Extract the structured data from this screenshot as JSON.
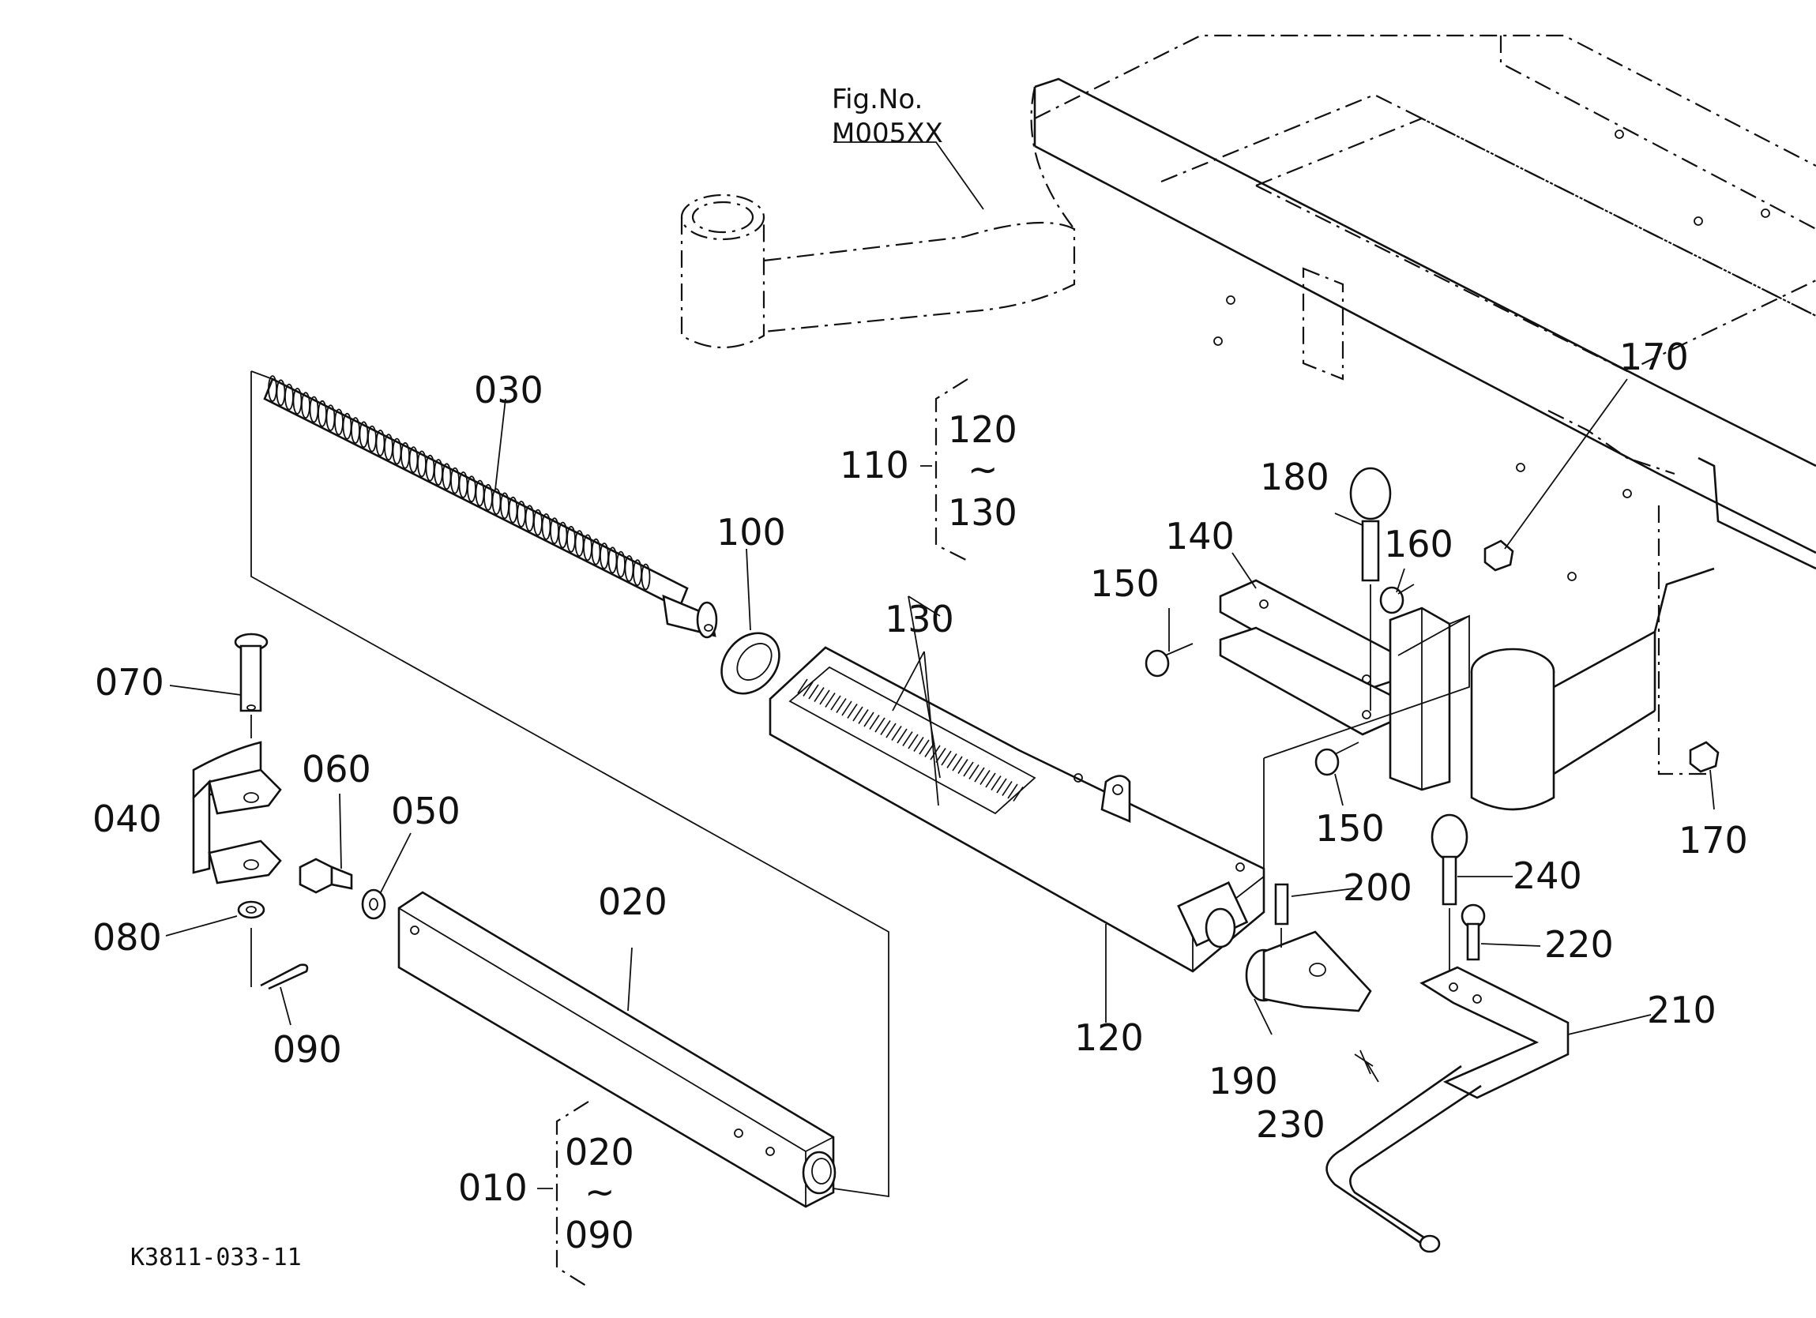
{
  "figure_ref": {
    "line1": "Fig.No.",
    "line2": "M005XX"
  },
  "drawing_code": "K3811-033-11",
  "callouts": {
    "p010": "010",
    "p020": "020",
    "p030": "030",
    "p040": "040",
    "p050": "050",
    "p060": "060",
    "p070": "070",
    "p080": "080",
    "p090": "090",
    "p100": "100",
    "p110": "110",
    "p120": "120",
    "p130": "130",
    "p140": "140",
    "p150a": "150",
    "p150b": "150",
    "p160": "160",
    "p170a": "170",
    "p170b": "170",
    "p180": "180",
    "p190": "190",
    "p200": "200",
    "p210": "210",
    "p220": "220",
    "p230": "230",
    "p240": "240"
  },
  "assemblies": {
    "a110": {
      "from": "120",
      "tilde": "~",
      "to": "130"
    },
    "a010": {
      "from": "020",
      "tilde": "~",
      "to": "090"
    }
  }
}
